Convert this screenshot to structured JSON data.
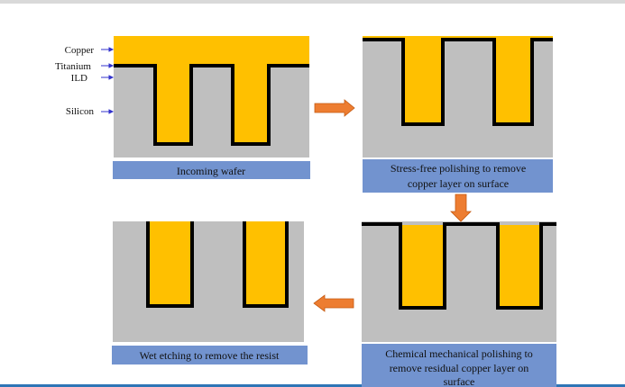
{
  "labels": {
    "copper": "Copper",
    "titanium": "Titanium",
    "ild": "ILD",
    "silicon": "Silicon"
  },
  "steps": [
    {
      "caption_lines": [
        "Incoming wafer"
      ]
    },
    {
      "caption_lines": [
        "Stress-free polishing to remove",
        "copper layer on surface"
      ]
    },
    {
      "caption_lines": [
        "Chemical mechanical polishing to",
        "remove residual copper layer on",
        "surface"
      ]
    },
    {
      "caption_lines": [
        "Wet etching to remove the resist"
      ]
    }
  ],
  "colors": {
    "copper": "#FFC000",
    "silicon": "#BFBFBF",
    "titanium": "#000000",
    "caption": "#7293CF",
    "arrow": "#ED7D31",
    "label_arrow": "#3333CC"
  }
}
